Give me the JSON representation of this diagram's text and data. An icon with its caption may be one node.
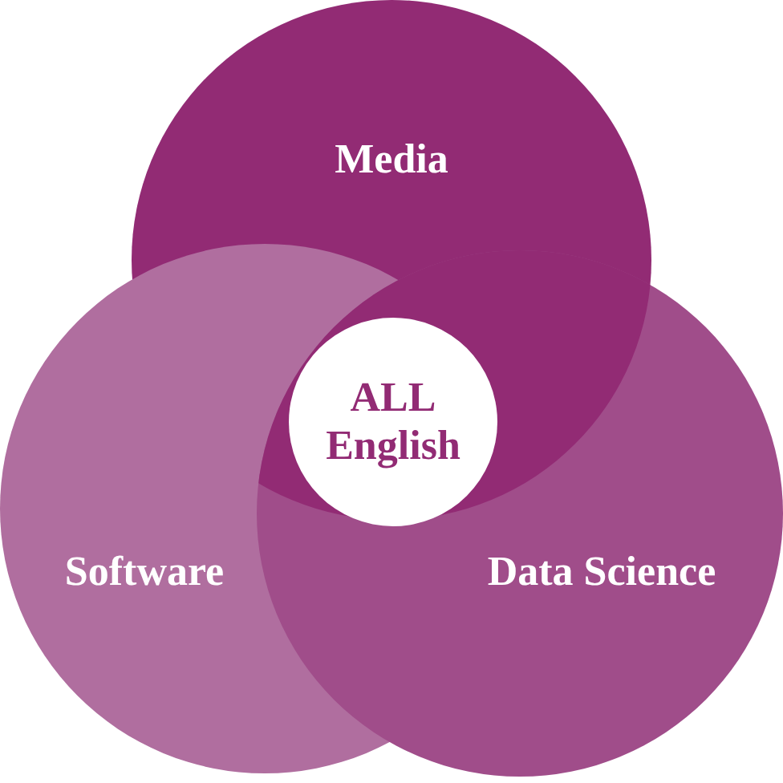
{
  "diagram": {
    "nodes": [
      {
        "text": [
          "Media"
        ]
      },
      {
        "text": [
          "Software"
        ]
      },
      {
        "text": [
          "Data Science"
        ]
      },
      {
        "text": [
          "ALL English"
        ]
      }
    ]
  }
}
